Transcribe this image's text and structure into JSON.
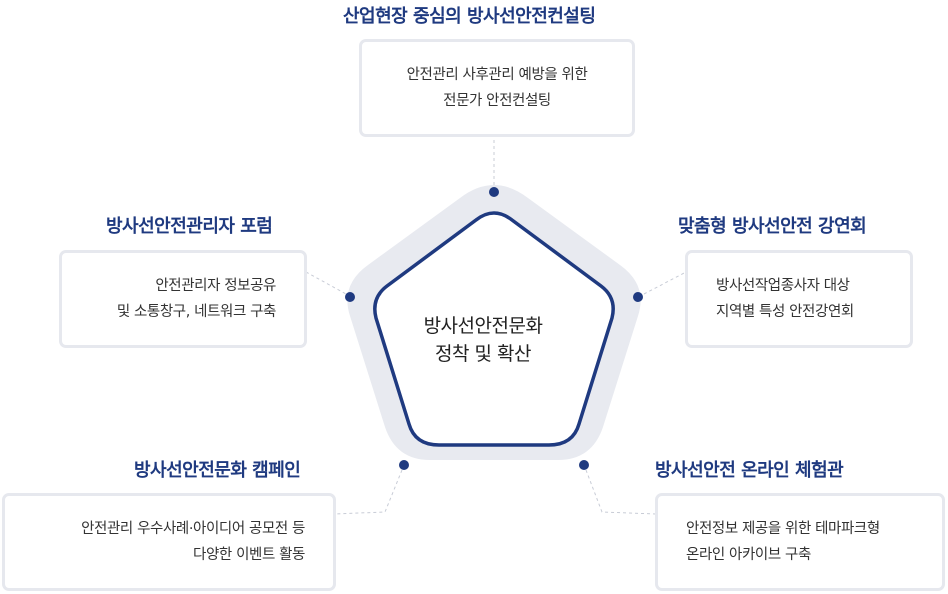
{
  "center": {
    "line1": "방사선안전문화",
    "line2": "정착 및 확산"
  },
  "nodes": {
    "top": {
      "title": "산업현장 중심의 방사선안전컨설팅",
      "line1": "안전관리 사후관리 예방을 위한",
      "line2": "전문가 안전컨설팅"
    },
    "left": {
      "title": "방사선안전관리자 포럼",
      "line1": "안전관리자 정보공유",
      "line2": "및 소통창구, 네트워크 구축"
    },
    "right": {
      "title": "맞춤형 방사선안전 강연회",
      "line1": "방사선작업종사자 대상",
      "line2": "지역별 특성 안전강연회"
    },
    "bottom_left": {
      "title": "방사선안전문화 캠페인",
      "line1": "안전관리 우수사례·아이디어 공모전 등",
      "line2": "다양한 이벤트 활동"
    },
    "bottom_right": {
      "title": "방사선안전 온라인 체험관",
      "line1": "안전정보 제공을 위한 테마파크형",
      "line2": "온라인 아카이브 구축"
    }
  },
  "colors": {
    "navy": "#1f3a80",
    "outer_fill": "#e8eaf0",
    "box_border": "#e6e8ee",
    "connector": "#c8ccd6"
  }
}
